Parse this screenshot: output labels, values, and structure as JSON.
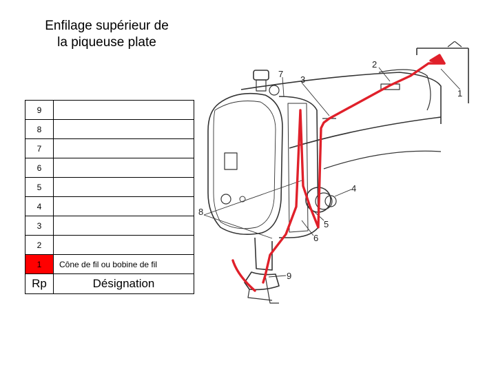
{
  "title": {
    "line1": "Enfilage supérieur de",
    "line2": "la piqueuse plate"
  },
  "legend": {
    "rows": [
      {
        "rp": "9",
        "designation": ""
      },
      {
        "rp": "8",
        "designation": ""
      },
      {
        "rp": "7",
        "designation": ""
      },
      {
        "rp": "6",
        "designation": ""
      },
      {
        "rp": "5",
        "designation": ""
      },
      {
        "rp": "4",
        "designation": ""
      },
      {
        "rp": "3",
        "designation": ""
      },
      {
        "rp": "2",
        "designation": ""
      },
      {
        "rp": "1",
        "designation": "Cône de fil ou bobine de fil"
      }
    ],
    "header": {
      "rp": "Rp",
      "designation": "Désignation"
    }
  },
  "diagram": {
    "callouts": [
      "1",
      "2",
      "3",
      "4",
      "5",
      "6",
      "7",
      "8",
      "9"
    ],
    "thread_color": "#e0202a",
    "highlight_color": "#ff0000"
  }
}
